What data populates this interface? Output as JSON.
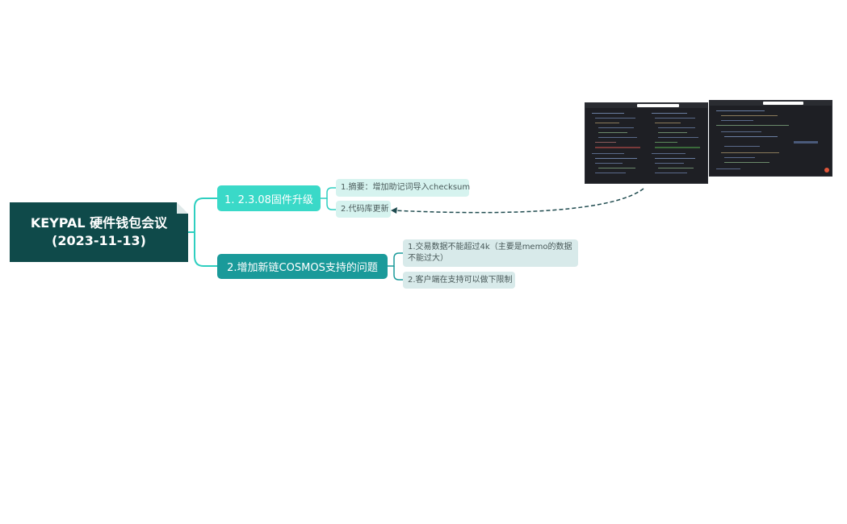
{
  "root": {
    "title": "KEYPAL 硬件钱包会议\n(2023-11-13)"
  },
  "branches": [
    {
      "label": "1. 2.3.08固件升级",
      "children": [
        {
          "label": "1.摘要：增加助记词导入checksum"
        },
        {
          "label": "2.代码库更新"
        }
      ]
    },
    {
      "label": "2.增加新链COSMOS支持的问题",
      "children": [
        {
          "label": "1.交易数据不能超过4k（主要是memo的数据不能过大）"
        },
        {
          "label": "2.客户端在支持可以做下限制"
        }
      ]
    }
  ],
  "attachments": [
    {
      "name": "code-diff-screenshot-1"
    },
    {
      "name": "code-editor-screenshot-2"
    }
  ],
  "colors": {
    "root": "#0f4a4a",
    "branch1": "#3ad9c8",
    "branch2": "#1a9a9a",
    "leaf1": "#d6f3ef",
    "leaf2": "#d8eaea",
    "connector": "#2ecfc0",
    "dashed_link": "#1f4b4f"
  }
}
